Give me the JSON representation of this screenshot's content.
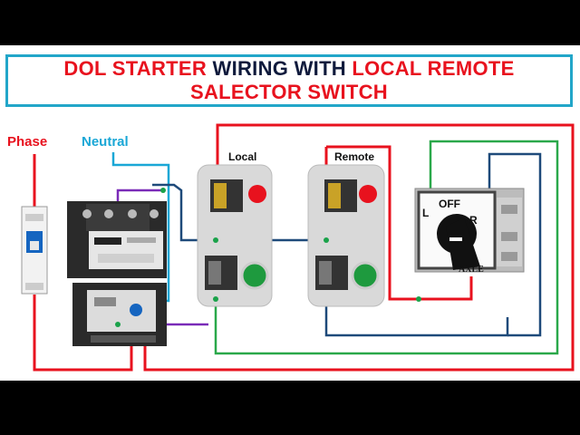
{
  "title": {
    "part1": "DOL STARTER ",
    "part2": "WIRING WITH ",
    "part3": "LOCAL REMOTE",
    "line2": "SALECTOR SWITCH"
  },
  "labels": {
    "phase": "Phase",
    "neutral": "Neutral",
    "local": "Local",
    "remote": "Remote"
  },
  "selector": {
    "l": "L",
    "off": "OFF",
    "r": "R",
    "brand": "AXLE"
  },
  "colors": {
    "phase_wire": "#e8121e",
    "neutral_wire": "#1aa7d6",
    "purple_wire": "#7a2bb8",
    "navy_wire": "#1e4a7a",
    "green_wire": "#2aa84a",
    "title_border": "#22a6c9"
  }
}
